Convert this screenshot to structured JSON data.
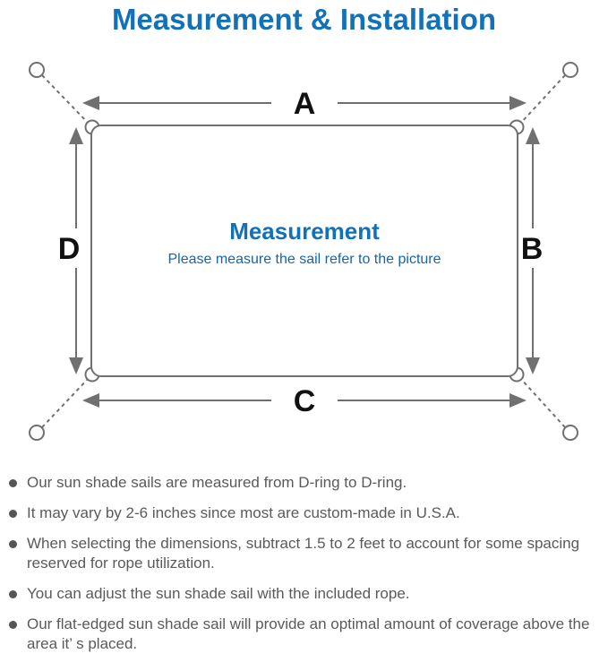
{
  "title": "Measurement & Installation",
  "diagram": {
    "labels": {
      "top": "A",
      "right": "B",
      "bottom": "C",
      "left": "D"
    },
    "center_title": "Measurement",
    "center_subtitle": "Please measure the sail refer to the picture"
  },
  "notes": [
    "Our sun shade sails are measured from D-ring to D-ring.",
    "It may vary by 2-6 inches since most are custom-made in U.S.A.",
    "When selecting the dimensions, subtract 1.5 to 2 feet to account for some spacing reserved for rope utilization.",
    "You can adjust the sun shade sail with the included rope.",
    "Our flat-edged sun shade sail will provide an optimal amount of coverage above the area it’ s placed."
  ],
  "colors": {
    "title_blue": "#1371b8",
    "subtitle_blue": "#1565ac",
    "line_gray": "#707070",
    "note_gray": "#5a5a5a",
    "label_black": "#111111"
  }
}
